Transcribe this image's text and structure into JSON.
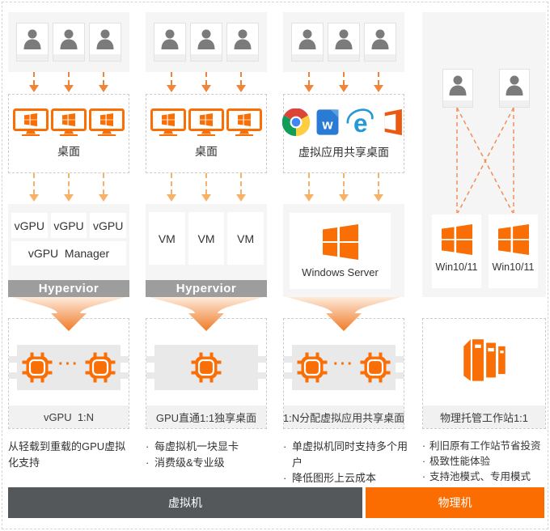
{
  "diagram": {
    "columns": [
      {
        "key": "vgpu",
        "desktop_label": "桌面",
        "small_boxes": [
          "vGPU",
          "vGPU",
          "vGPU"
        ],
        "wide_box": "vGPU  Manager",
        "hypervisor": "Hypervior",
        "card_label": "vGPU  1:N",
        "dots": "···",
        "note": "从轻载到重载的GPU虚拟化支持"
      },
      {
        "key": "passthrough",
        "desktop_label": "桌面",
        "vm_boxes": [
          "VM",
          "VM",
          "VM"
        ],
        "hypervisor": "Hypervior",
        "card_label": "GPU直通1:1独享桌面",
        "notes": [
          "每虚拟机一块显卡",
          "消费级&专业级"
        ]
      },
      {
        "key": "shared-apps",
        "desktop_label": "虚拟应用共享桌面",
        "apps": [
          "chrome-icon",
          "word-icon",
          "ie-icon",
          "office-icon"
        ],
        "server_label": "Windows Server",
        "card_label": "1:N分配虚拟应用共享桌面",
        "dots": "···",
        "notes": [
          "单虚拟机同时支持多个用户",
          "降低图形上云成本"
        ]
      },
      {
        "key": "physical",
        "workstation_labels": [
          "Win10/11",
          "Win10/11"
        ],
        "card_label": "物理托管工作站1:1",
        "notes": [
          "利旧原有工作站节省投资",
          "极致性能体验",
          "支持池模式、专用模式"
        ]
      }
    ],
    "app_glyphs": {
      "word": "w",
      "ie": "e"
    },
    "bullet_marker": "·",
    "footer": {
      "virtual_label": "虚拟机",
      "physical_label": "物理机"
    },
    "colors": {
      "accent": "#f96e05",
      "footer_orange": "#fb6d01",
      "footer_dark": "#55585a",
      "hypervisor_gray": "#9d9d9d"
    }
  }
}
